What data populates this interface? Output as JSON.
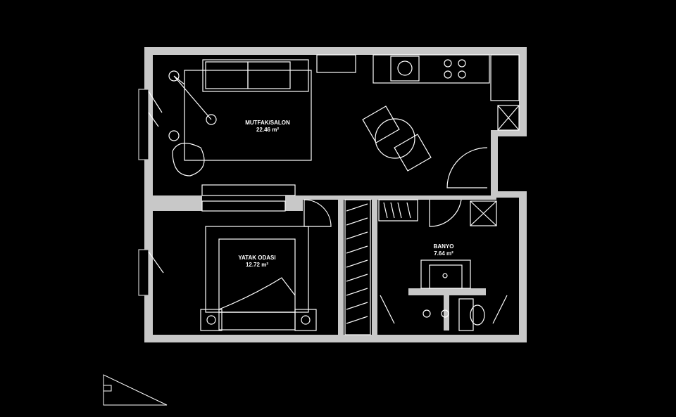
{
  "rooms": [
    {
      "name": "MUTFAK/SALON",
      "area": "22.46 m²"
    },
    {
      "name": "YATAK ODASI",
      "area": "12.72 m²"
    },
    {
      "name": "BANYO",
      "area": "7.64 m²"
    }
  ],
  "colors": {
    "wall": "#c8c8c8",
    "line": "#ffffff",
    "background": "#000000"
  }
}
